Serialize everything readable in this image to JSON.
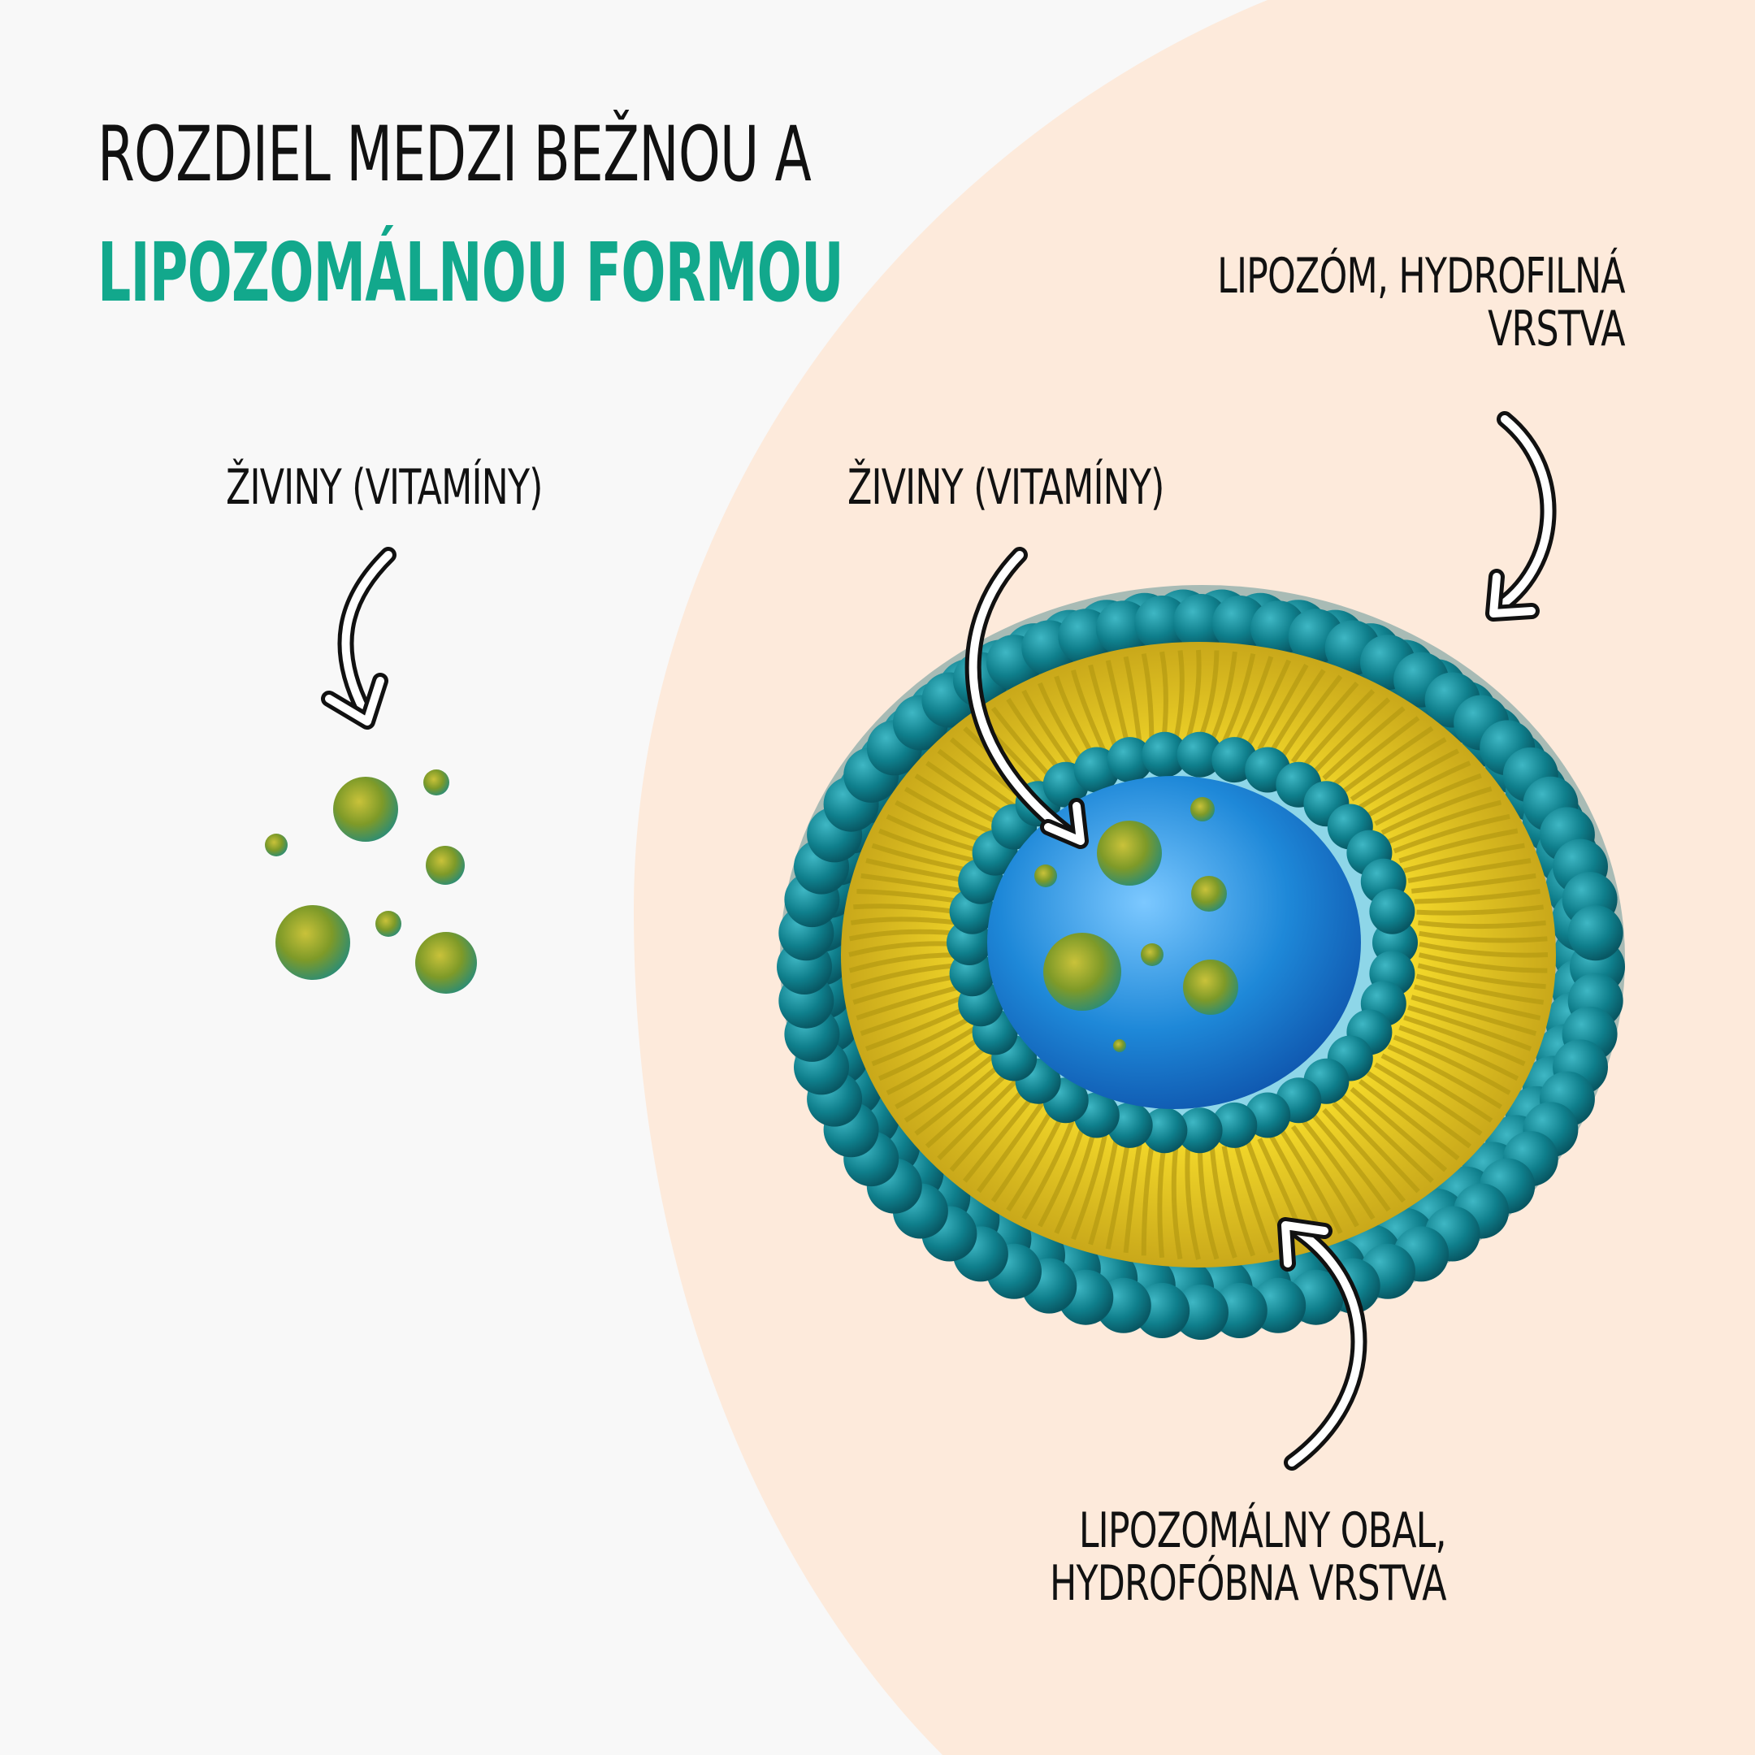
{
  "title": {
    "line1": "ROZDIEL MEDZI BEŽNOU A",
    "line2": "LIPOZOMÁLNOU FORMOU"
  },
  "labels": {
    "left_nutrients": "ŽIVINY (VITAMÍNY)",
    "inner_nutrients": "ŽIVINY (VITAMÍNY)",
    "liposome_line1": "LIPOZÓM, HYDROFILNÁ",
    "liposome_line2": "VRSTVA",
    "shell_line1": "LIPOZOMÁLNY OBAL,",
    "shell_line2": "HYDROFÓBNA VRSTVA"
  },
  "colors": {
    "background": "#f8f8f8",
    "panel": "#fdeadb",
    "accent": "#12a88c",
    "head_group": "#0f7f8c",
    "lipid_tail": "#d9c21a",
    "core": "#1e88d8",
    "nutrient": "#8ea624"
  }
}
